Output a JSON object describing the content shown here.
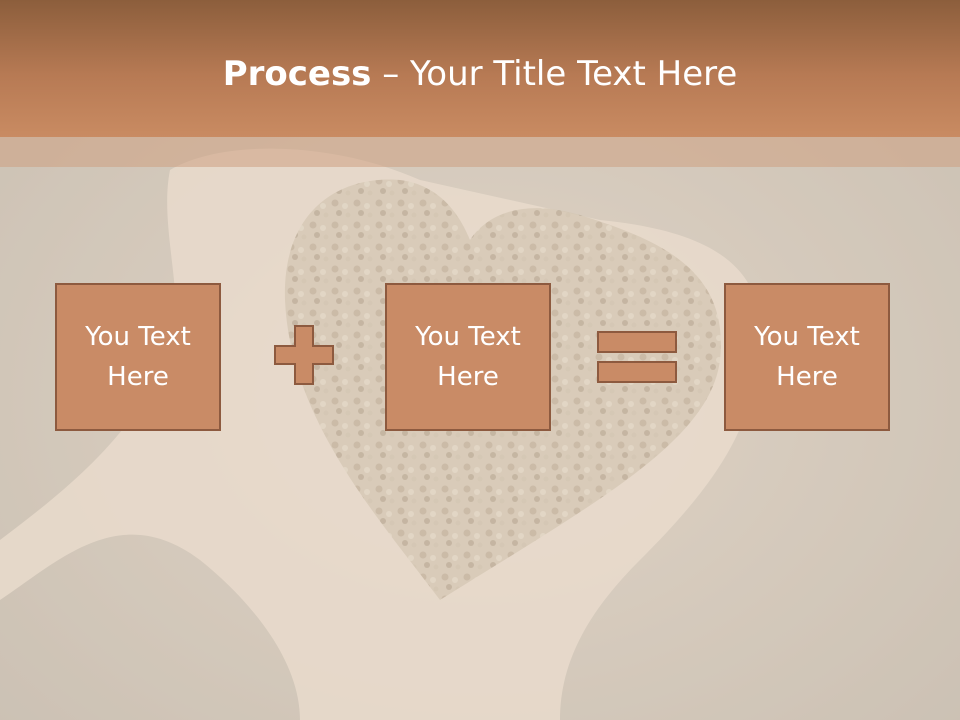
{
  "title": {
    "bold_part": "Process",
    "rest": " – Your Title Text Here"
  },
  "boxes": [
    {
      "text": "You Text\nHere"
    },
    {
      "text": "You Text\nHere"
    },
    {
      "text": "You Text\nHere"
    }
  ],
  "operators": [
    "plus-icon",
    "equals-icon"
  ],
  "colors": {
    "title_bar": "#b77a54",
    "box_fill": "#c98b66",
    "box_border": "#8d5a3f",
    "text": "#ffffff"
  }
}
